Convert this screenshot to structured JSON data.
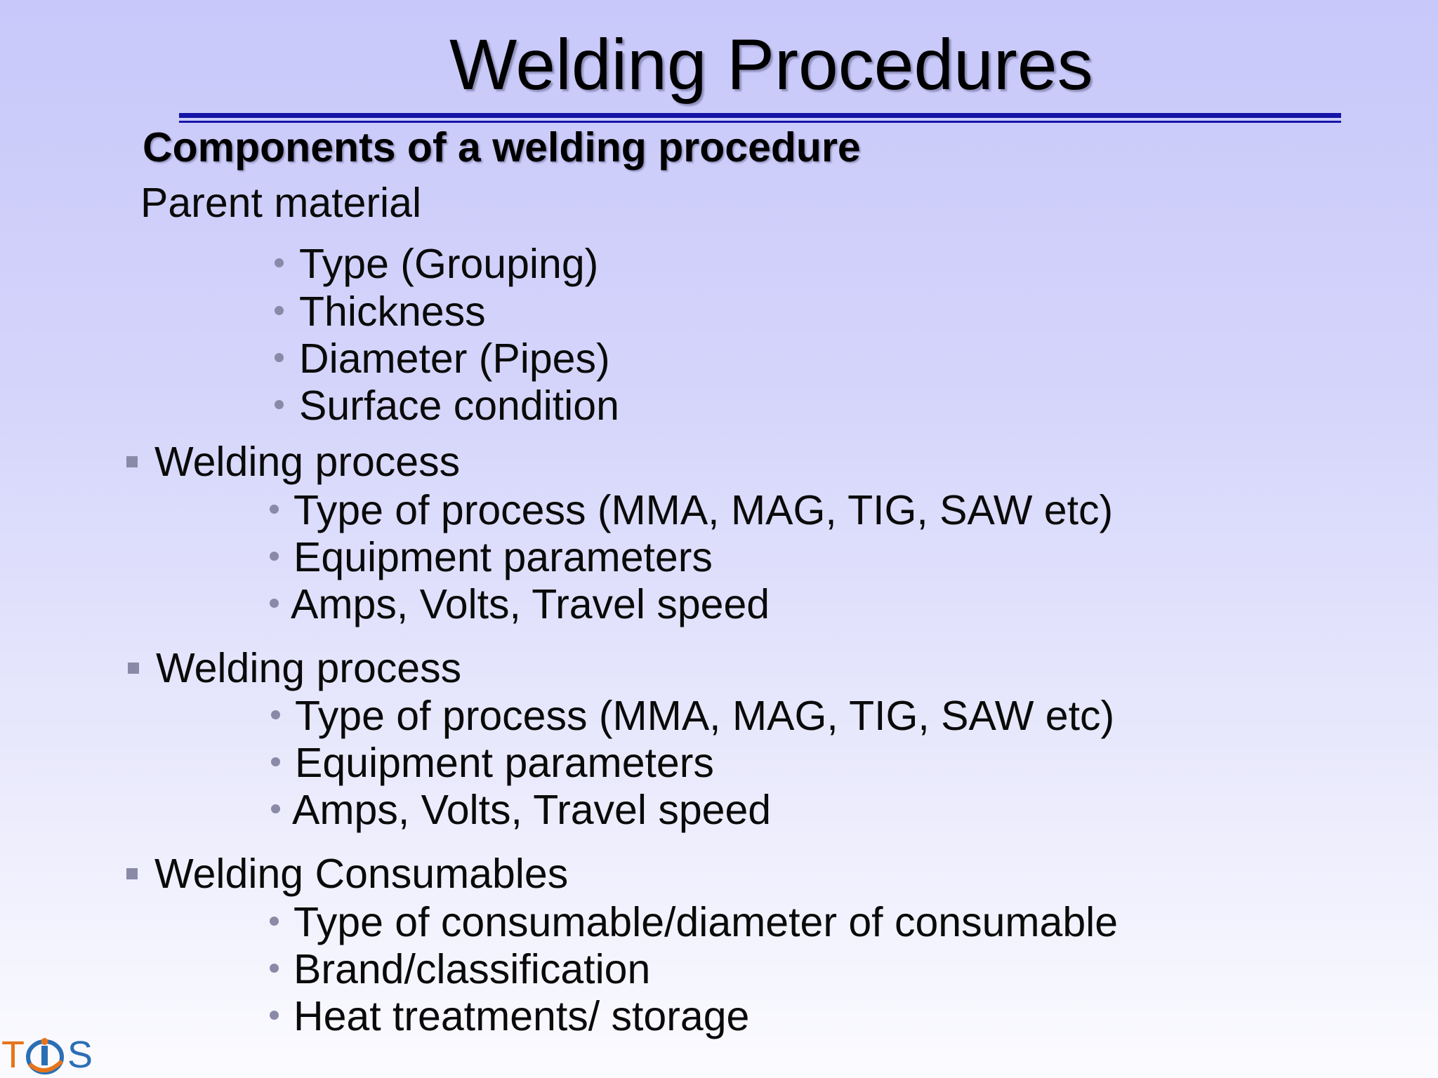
{
  "slide": {
    "title": "Welding Procedures",
    "subtitle": "Components of a welding procedure",
    "parent_material": {
      "heading": "Parent material",
      "items": [
        "Type (Grouping)",
        "Thickness",
        "Diameter (Pipes)",
        "Surface condition"
      ]
    },
    "sections": [
      {
        "heading": "Welding process",
        "items": [
          "Type of process (MMA, MAG, TIG, SAW etc)",
          "Equipment parameters",
          "Amps, Volts, Travel speed"
        ]
      },
      {
        "heading": "Welding process",
        "items": [
          "Type of process (MMA, MAG, TIG, SAW etc)",
          "Equipment parameters",
          "Amps, Volts, Travel speed"
        ]
      },
      {
        "heading": "Welding Consumables",
        "items": [
          "Type of consumable/diameter of consumable",
          "Brand/classification",
          "Heat treatments/ storage"
        ]
      }
    ]
  },
  "logo": {
    "letters": [
      "T",
      "S"
    ],
    "icon": "twi-logo-icon",
    "colors": {
      "orange": "#e8741a",
      "blue": "#2a6fb4"
    }
  },
  "colors": {
    "rule": "#1515a8",
    "bullet": "#8a8aa8",
    "background_top": "#c8c8fa",
    "background_bottom": "#fbfbff"
  }
}
